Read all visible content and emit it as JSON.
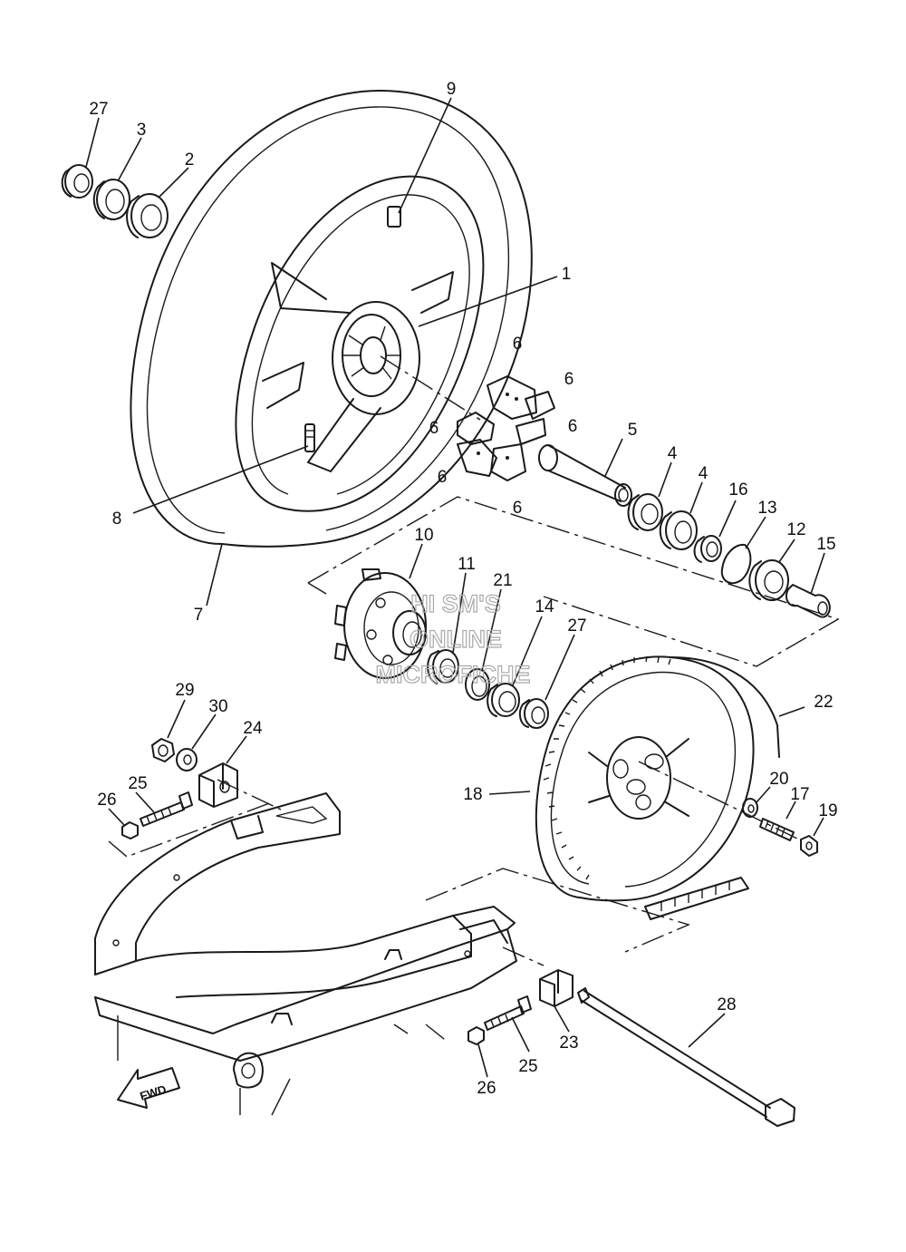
{
  "watermark": {
    "line1": "HI SM'S",
    "line2": "ONLINE",
    "line3": "MICROFICHE"
  },
  "direction_arrow": {
    "label": "FWD"
  },
  "callouts": {
    "p1": "1",
    "p2": "2",
    "p3": "3",
    "p4a": "4",
    "p4b": "4",
    "p5": "5",
    "p6a": "6",
    "p6b": "6",
    "p6c": "6",
    "p6d": "6",
    "p6e": "6",
    "p6f": "6",
    "p7": "7",
    "p8": "8",
    "p9": "9",
    "p10": "10",
    "p11": "11",
    "p12": "12",
    "p13": "13",
    "p14": "14",
    "p15": "15",
    "p16": "16",
    "p17": "17",
    "p18": "18",
    "p19": "19",
    "p20": "20",
    "p21": "21",
    "p22": "22",
    "p23": "23",
    "p24": "24",
    "p25a": "25",
    "p25b": "25",
    "p26a": "26",
    "p26b": "26",
    "p27a": "27",
    "p27b": "27",
    "p28": "28",
    "p29": "29",
    "p30": "30"
  }
}
